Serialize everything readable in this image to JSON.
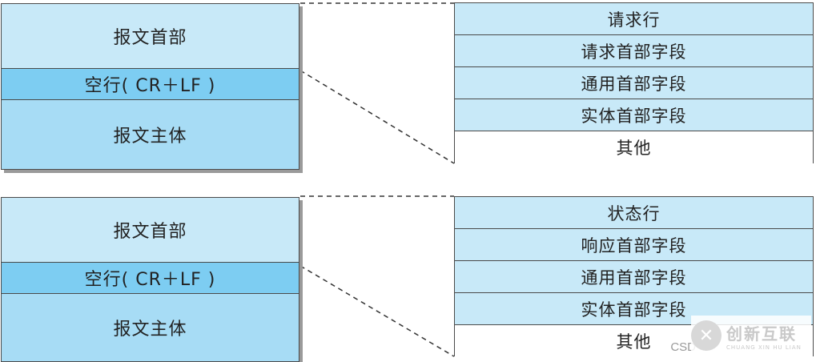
{
  "request_diagram": {
    "left": {
      "header": "报文首部",
      "blank_line": "空行( CR＋LF )",
      "body": "报文主体"
    },
    "right_rows": [
      "请求行",
      "请求首部字段",
      "通用首部字段",
      "实体首部字段",
      "其他"
    ]
  },
  "response_diagram": {
    "left": {
      "header": "报文首部",
      "blank_line": "空行( CR＋LF )",
      "body": "报文主体"
    },
    "right_rows": [
      "状态行",
      "响应首部字段",
      "通用首部字段",
      "实体首部字段",
      "其他"
    ]
  },
  "colors": {
    "header_fill": "#c8e9f8",
    "blank_line_fill": "#7dcdf2",
    "body_fill": "#a7dcf5",
    "other_fill": "#ffffff"
  },
  "watermark": {
    "title": "创新互联",
    "subtitle": "CHUANG XIN HU LIAN",
    "csdn": "CSD"
  }
}
